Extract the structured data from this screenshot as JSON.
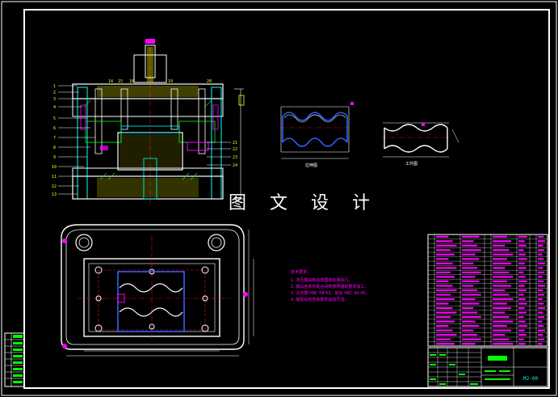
{
  "drawing": {
    "watermark": "图 文 设 计",
    "view_labels": {
      "formed_part": "拉伸图",
      "blank": "工件图"
    },
    "tech_requirements": {
      "title": "技术要求：",
      "items": [
        "1. 冲压模具制造按国家标准执行。",
        "2. 模具各零件配合间隙按照图纸要求加工。",
        "3. 凸凹模 HRC 58-62，其余 HRC 40-45。",
        "4. 装配后检查各部件运动灵活。"
      ]
    },
    "title_block": {
      "drawing_number": "MJ-00"
    },
    "colors": {
      "background": "#000000",
      "frame": "#ffffff",
      "outline": "#00ff00",
      "parts": "#ffff00",
      "hidden": "#ff00ff",
      "centerline": "#ff0000",
      "highlight": "#00ffff",
      "part_outline": "#3060ff"
    }
  }
}
